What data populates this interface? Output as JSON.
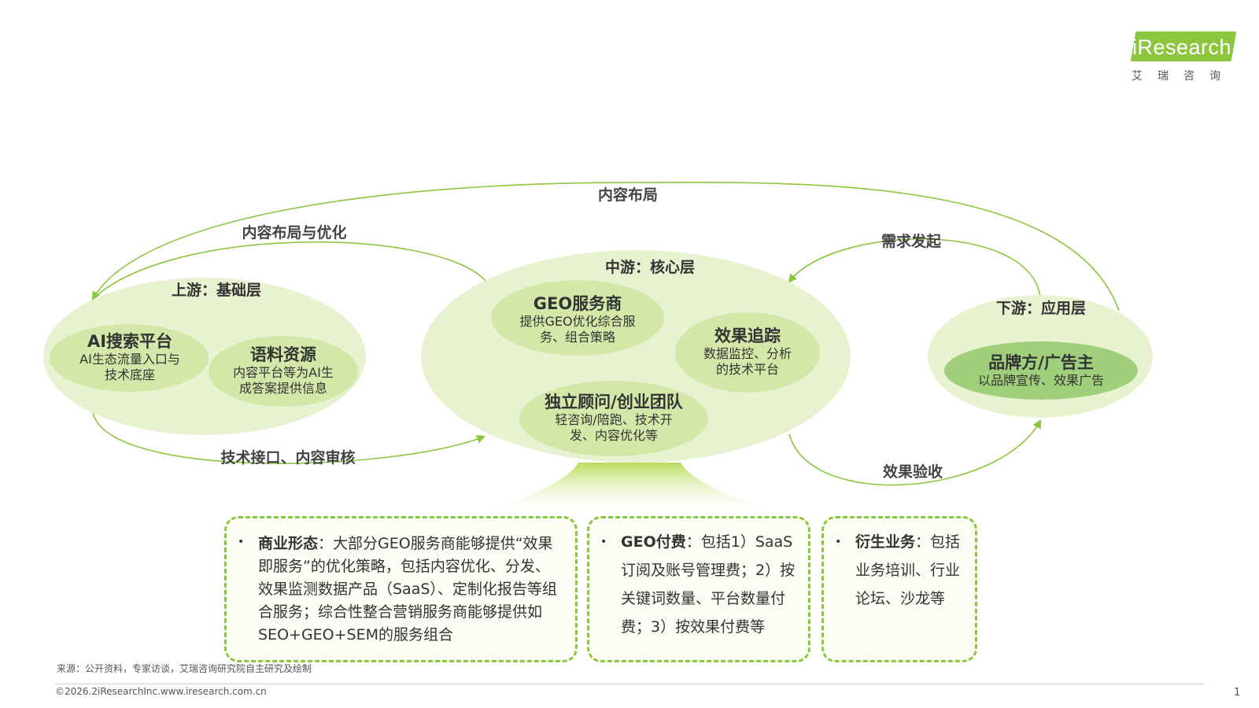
{
  "logo": {
    "brand": "iResearch",
    "cn": "艾瑞咨询"
  },
  "flows": {
    "top_arc": "内容布局",
    "upper_left_arc": "内容布局与优化",
    "lower_left_arc": "技术接口、内容审核",
    "right_upper_arc": "需求发起",
    "right_lower_arc": "效果验收"
  },
  "upstream": {
    "title": "上游：基础层",
    "nodes": [
      {
        "name": "AI搜索平台",
        "desc1": "AI生态流量入口与",
        "desc2": "技术底座"
      },
      {
        "name": "语料资源",
        "desc1": "内容平台等为AI生",
        "desc2": "成答案提供信息"
      }
    ]
  },
  "midstream": {
    "title": "中游：核心层",
    "nodes": [
      {
        "name": "GEO服务商",
        "desc1": "提供GEO优化综合服",
        "desc2": "务、组合策略"
      },
      {
        "name": "效果追踪",
        "desc1": "数据监控、分析",
        "desc2": "的技术平台"
      },
      {
        "name": "独立顾问/创业团队",
        "desc1": "轻咨询/陪跑、技术开",
        "desc2": "发、内容优化等"
      }
    ]
  },
  "downstream": {
    "title": "下游：应用层",
    "nodes": [
      {
        "name": "品牌方/广告主",
        "desc1": "以品牌宣传、效果广告"
      }
    ]
  },
  "boxes": [
    {
      "bullet": "•",
      "label": "商业形态",
      "text": "：大部分GEO服务商能够提供“效果即服务”的优化策略，包括内容优化、分发、效果监测数据产品（SaaS）、定制化报告等组合服务；综合性整合营销服务商能够提供如SEO+GEO+SEM的服务组合"
    },
    {
      "bullet": "•",
      "label": "GEO付费",
      "text": "：包括1）SaaS订阅及账号管理费；2）按关键词数量、平台数量付费；3）按效果付费等"
    },
    {
      "bullet": "•",
      "label": "衍生业务",
      "text": "：包括业务培训、行业论坛、沙龙等"
    }
  ],
  "footer": {
    "source": "来源：公开资料，专家访谈，艾瑞咨询研究院自主研究及绘制",
    "copyright": "©2026.2iResearchInc.www.iresearch.com.cn",
    "page": "1"
  },
  "colors": {
    "accent": "#8cc63f",
    "light_ellipse": "#e8f2d0",
    "mid_ellipse": "#d3e8a8",
    "down_inner": "#9fcf7a"
  }
}
